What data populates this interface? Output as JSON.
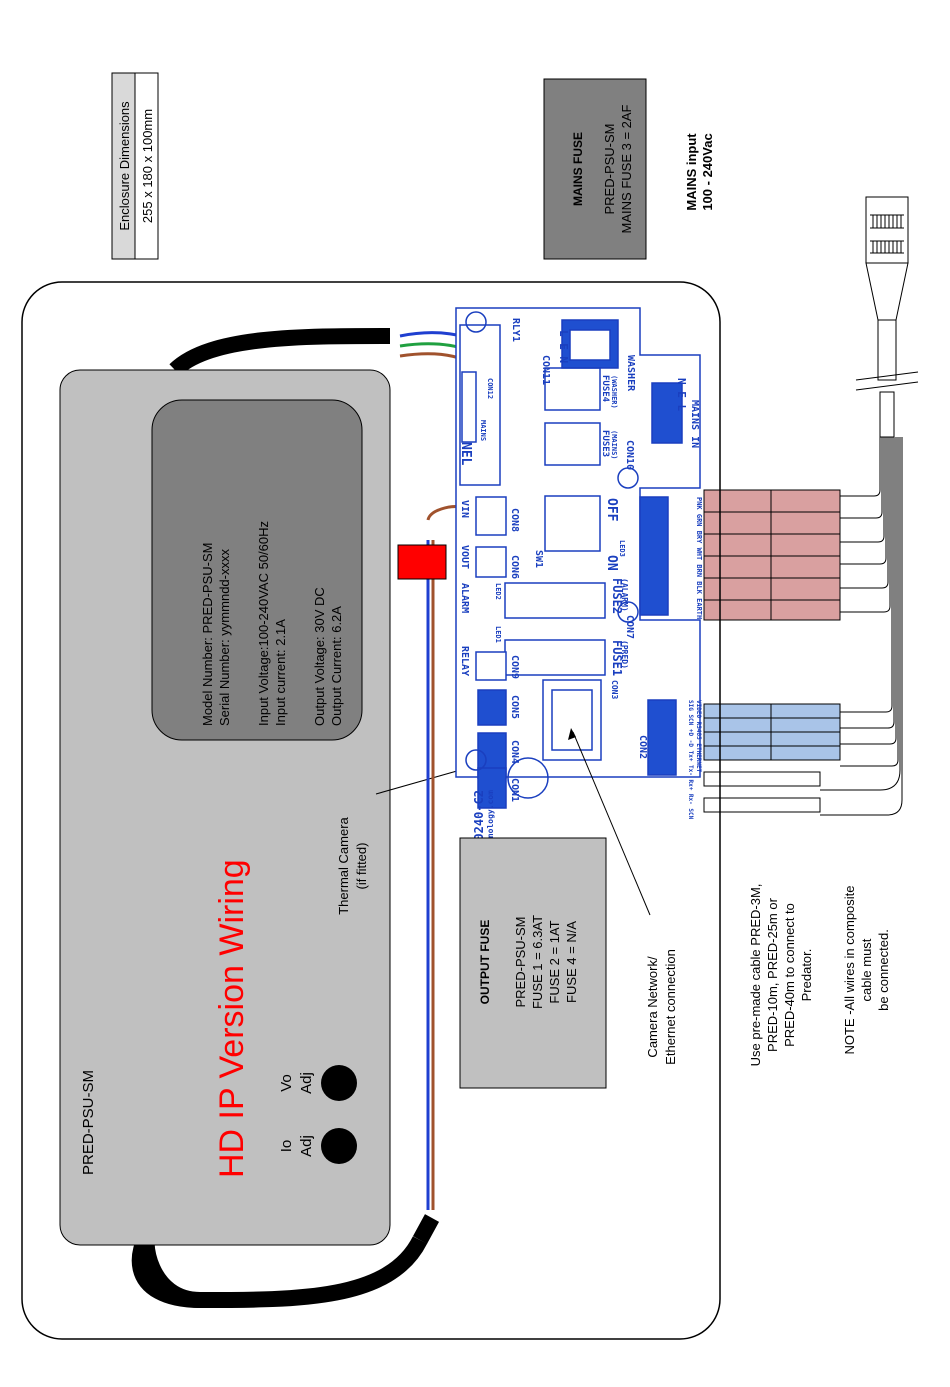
{
  "diagram": {
    "title": "HD IP Version Wiring",
    "colors": {
      "title": "#ff0000",
      "psu_box": "#c0c0c0",
      "label_box": "#808080",
      "info_box": "#c0c0c0",
      "pcb_line": "#1a3fbf",
      "connector_blue": "#1f4fd0",
      "pink_block": "#d9a0a0",
      "blue_block": "#a9c4e8",
      "wire_blue": "#1f3fd0",
      "wire_brown": "#a0522d",
      "wire_green": "#20a040",
      "red_marker": "#ff0000"
    }
  },
  "enclosure": {
    "heading": "Enclosure Dimensions",
    "value": "255 x 180 x 100mm"
  },
  "mains_fuse": {
    "heading": "MAINS FUSE",
    "line1": "PRED-PSU-SM",
    "line2": "MAINS FUSE 3 = 2AF"
  },
  "mains_input": {
    "line1": "MAINS input",
    "line2": "100 - 240Vac"
  },
  "psu": {
    "name": "PRED-PSU-SM",
    "io_adj_1": "Io",
    "io_adj_2": "Adj",
    "vo_adj_1": "Vo",
    "vo_adj_2": "Adj",
    "specs": {
      "model": "Model Number: PRED-PSU-SM",
      "serial": "Serial Number: yymmndd-xxxx",
      "input_voltage": "Input Voltage:100-240VAC 50/60Hz",
      "input_current": "Input current: 2.1A",
      "output_voltage": "Output Voltage: 30V DC",
      "output_current": "Output Current: 6.2A"
    }
  },
  "thermal_camera": {
    "line1": "Thermal Camera",
    "line2": "(if fitted)"
  },
  "output_fuse": {
    "heading": "OUTPUT FUSE",
    "line1": "PRED-PSU-SM",
    "line2": "FUSE 1 = 6.3AT",
    "line3": "FUSE 2 = 1AT",
    "line4": "FUSE 4 = N/A"
  },
  "camera_network": {
    "line1": "Camera Network/",
    "line2": "Ethernet connection"
  },
  "cable_note": {
    "line1": "Use pre-made cable PRED-3M,",
    "line2": "PRED-10m, PRED-25m or",
    "line3": "PRED-40m to connect to",
    "line4": "Predator."
  },
  "wires_note": {
    "line1": "NOTE -All wires in composite",
    "line2": "cable must",
    "line3": "be connected."
  },
  "pcb": {
    "part_number": "000-0240-C2",
    "website": "360visiontechnology.com",
    "labels": {
      "washer": "WASHER",
      "mains_in": "MAINS IN",
      "rly1": "RLY1",
      "con11": "CON11",
      "con10": "CON10",
      "con8": "CON8",
      "con9": "CON9",
      "con7": "CON7",
      "con6": "CON6",
      "con5": "CON5",
      "con4": "CON4",
      "con3": "CON3",
      "con2": "CON2",
      "con1": "CON1",
      "sw1": "SW1",
      "fuse1": "FUSE1",
      "fuse1_sub": "(PRED)",
      "fuse2": "FUSE2",
      "fuse2_sub": "(ALARM)",
      "fuse3": "FUSE3",
      "fuse3_sub": "(MAINS)",
      "fuse4": "FUSE4",
      "fuse4_sub": "(WASHER)",
      "on": "ON",
      "off": "OFF",
      "relay": "RELAY",
      "alarm": "ALARM",
      "vout": "VOUT",
      "vin": "VIN",
      "nel": "NEL",
      "mains": "MAINS",
      "con12": "CON12",
      "l_e_n": "L E N",
      "n_e_l": "N E L",
      "con7_pins": "PNK GRN BRY WHT BRN BLK EARTH",
      "con2_pins": "SIG SCN +D -D Tx+ Tx- Rx+ Rx- SCN",
      "con2_pins2": "VIDEO RS485 ETHERNET",
      "led1": "LED1",
      "led2": "LED2",
      "led3": "LED3"
    }
  }
}
